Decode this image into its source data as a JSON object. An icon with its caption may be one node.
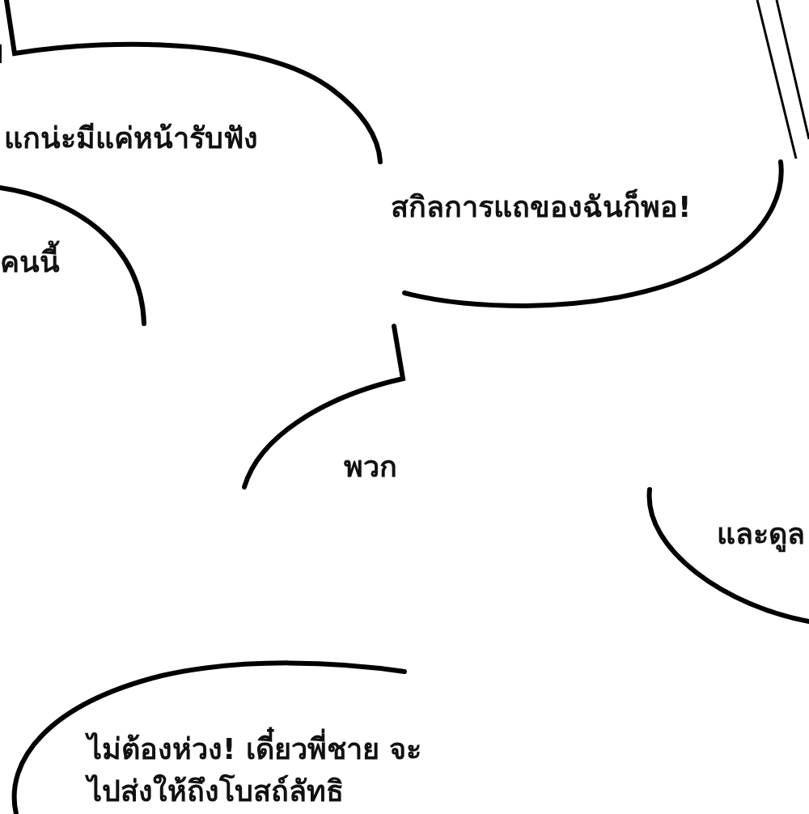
{
  "diagram": {
    "nodes": [
      {
        "text": [
          "แกน่ะมีแค่หน้ารับฟัง"
        ]
      },
      {
        "text": [
          "คนนี้"
        ]
      },
      {
        "text": [
          "สกิลการแถของฉันก็พอ!"
        ]
      },
      {
        "text": [
          "พวก"
        ]
      },
      {
        "text": [
          "และดูล"
        ]
      },
      {
        "text": [
          "ไม่ต้องห่วง! เดี๋ยวพี่ชาย จะไปส่งให้ถึงโบสถ์ลัทธิ"
        ]
      }
    ]
  }
}
